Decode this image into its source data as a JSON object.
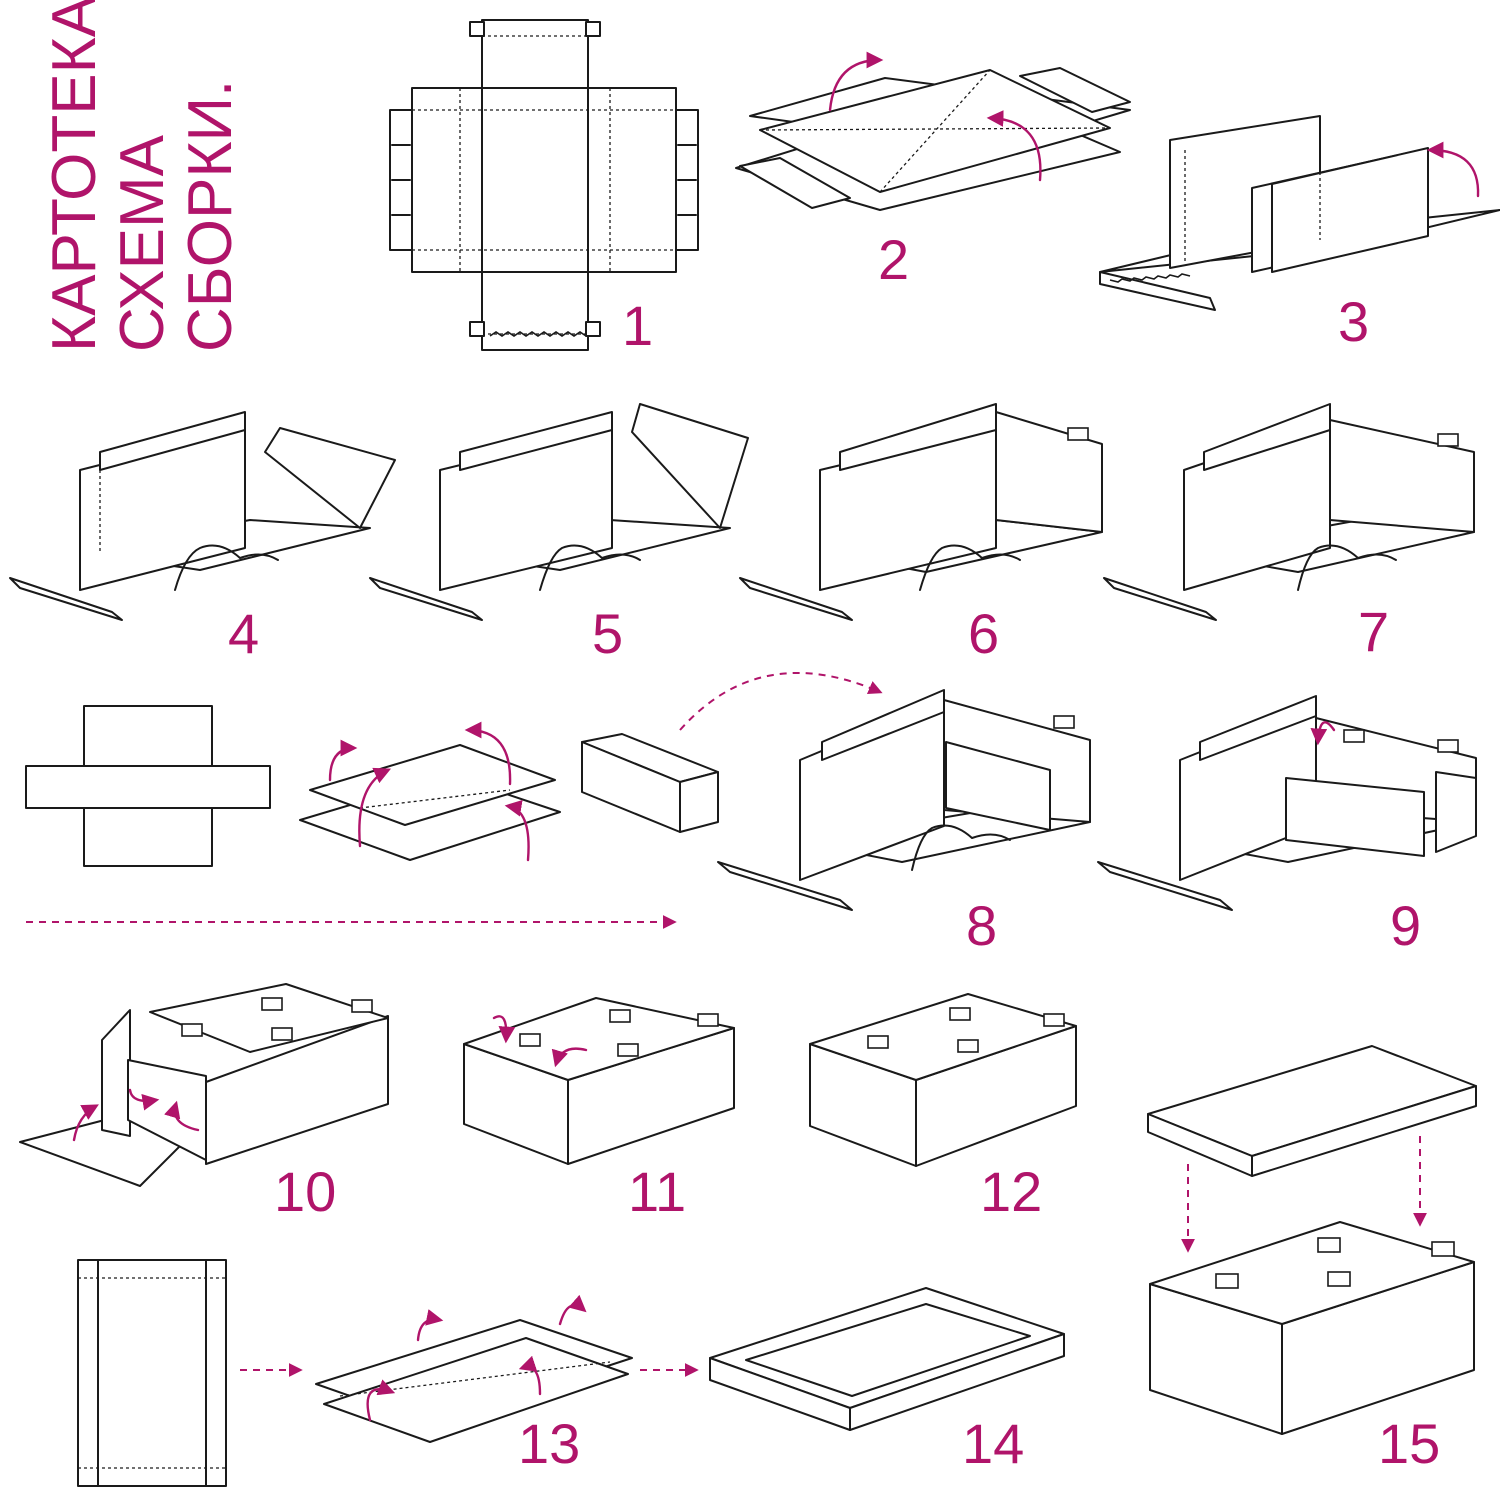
{
  "title": {
    "lines": [
      "КАРТОТЕКА.",
      "СХЕМА",
      "СБОРКИ."
    ]
  },
  "steps": [
    "1",
    "2",
    "3",
    "4",
    "5",
    "6",
    "7",
    "8",
    "9",
    "10",
    "11",
    "12",
    "13",
    "14",
    "15"
  ],
  "colors": {
    "accent": "#b0146a",
    "line": "#1a1a1a",
    "background": "#ffffff"
  }
}
